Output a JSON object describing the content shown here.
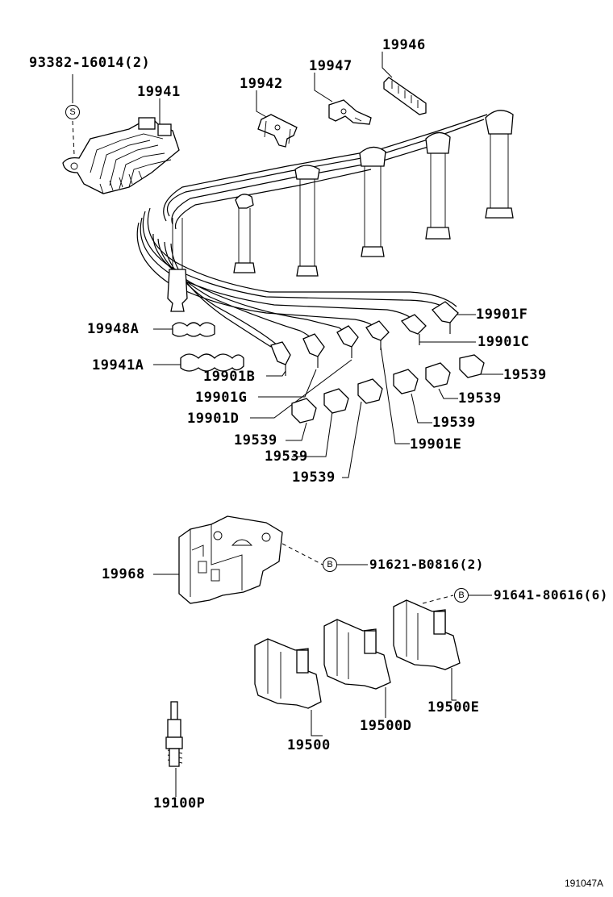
{
  "parts": {
    "bolt_93382": "93382-16014(2)",
    "clamp_19941": "19941",
    "clamp_19942": "19942",
    "clamp_19947": "19947",
    "clamp_19946": "19946",
    "clamp_19948A": "19948A",
    "clamp_19941A": "19941A",
    "cord_19901F": "19901F",
    "cord_19901C": "19901C",
    "cord_19901B": "19901B",
    "cord_19901G": "19901G",
    "cord_19901D": "19901D",
    "cord_19901E": "19901E",
    "cap_19539_a": "19539",
    "cap_19539_b": "19539",
    "cap_19539_c": "19539",
    "cap_19539_d": "19539",
    "cap_19539_e": "19539",
    "cap_19539_f": "19539",
    "bracket_19968": "19968",
    "bolt_91621": "91621-B0816(2)",
    "bolt_91641": "91641-80616(6)",
    "coil_19500": "19500",
    "coil_19500D": "19500D",
    "coil_19500E": "19500E",
    "plug_19100P": "19100P"
  },
  "markers": {
    "standard_part": "S",
    "bolt_marker_1": "B",
    "bolt_marker_2": "B"
  },
  "diagram_ref": "191047A"
}
